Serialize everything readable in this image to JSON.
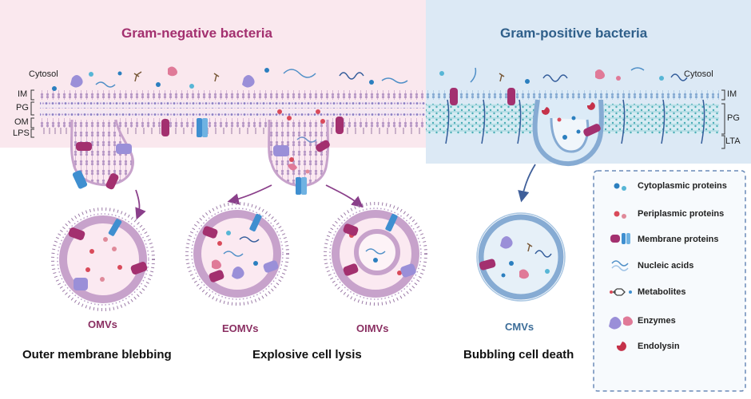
{
  "titles": {
    "gram_negative": "Gram-negative bacteria",
    "gram_positive": "Gram-positive bacteria"
  },
  "membrane_labels": {
    "cytosol_left": "Cytosol",
    "cytosol_right": "Cytosol",
    "im_left": "IM",
    "pg_left": "PG",
    "om": "OM",
    "lps": "LPS",
    "im_right": "IM",
    "pg_right": "PG",
    "lta": "LTA"
  },
  "vesicles": {
    "omv": "OMVs",
    "eomv": "EOMVs",
    "oimv": "OIMVs",
    "cmv": "CMVs"
  },
  "mechanisms": {
    "outer_membrane": "Outer membrane blebbing",
    "explosive": "Explosive cell lysis",
    "bubbling": "Bubbling cell death"
  },
  "legend": [
    {
      "label": "Cytoplasmic proteins",
      "icon": "cytoplasmic-protein-icon"
    },
    {
      "label": "Periplasmic proteins",
      "icon": "periplasmic-protein-icon"
    },
    {
      "label": "Membrane proteins",
      "icon": "membrane-protein-icon"
    },
    {
      "label": "Nucleic acids",
      "icon": "nucleic-acid-icon"
    },
    {
      "label": "Metabolites",
      "icon": "metabolite-icon"
    },
    {
      "label": "Enzymes",
      "icon": "enzyme-icon"
    },
    {
      "label": "Endolysin",
      "icon": "endolysin-icon"
    }
  ],
  "colors": {
    "gram_negative_title": "#a3306f",
    "gram_positive_title": "#2f5f8a",
    "vesicle_label_negative": "#8a2f62",
    "vesicle_label_positive": "#3c6d98",
    "gram_negative_bg": "#fae8ee",
    "gram_positive_bg": "#dce9f5",
    "membrane_protein_magenta": "#a3306f",
    "membrane_protein_blue": "#3f8fd0",
    "membrane_protein_lavender": "#9a8fd8"
  }
}
